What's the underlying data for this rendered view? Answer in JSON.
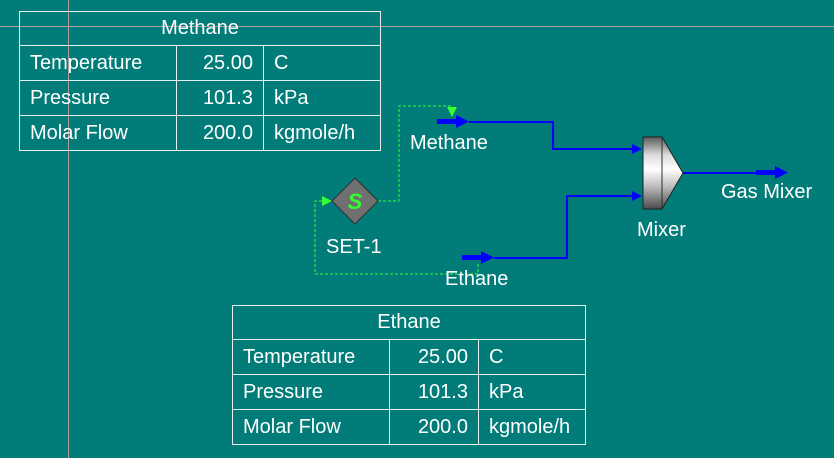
{
  "colors": {
    "background": "#027c78",
    "material_stream": "#0000ff",
    "logical_connection": "#33ff33",
    "crosshair": "#b0a0a0"
  },
  "tables": {
    "methane": {
      "title": "Methane",
      "rows": [
        {
          "property": "Temperature",
          "value": "25.00",
          "unit": "C"
        },
        {
          "property": "Pressure",
          "value": "101.3",
          "unit": "kPa"
        },
        {
          "property": "Molar Flow",
          "value": "200.0",
          "unit": "kgmole/h"
        }
      ]
    },
    "ethane": {
      "title": "Ethane",
      "rows": [
        {
          "property": "Temperature",
          "value": "25.00",
          "unit": "C"
        },
        {
          "property": "Pressure",
          "value": "101.3",
          "unit": "kPa"
        },
        {
          "property": "Molar Flow",
          "value": "200.0",
          "unit": "kgmole/h"
        }
      ]
    }
  },
  "streams": {
    "methane": "Methane",
    "ethane": "Ethane",
    "product": "Gas Mixer"
  },
  "units": {
    "mixer": "Mixer",
    "set": "SET-1",
    "set_symbol": "S"
  }
}
